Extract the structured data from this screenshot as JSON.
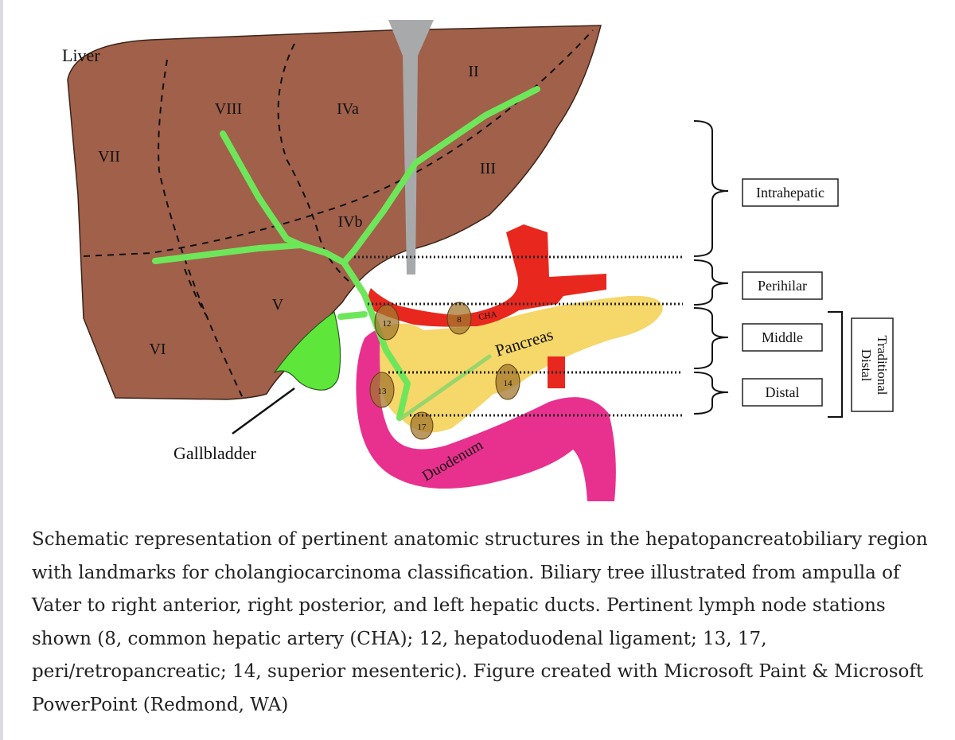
{
  "figure": {
    "labels": {
      "liver": "Liver",
      "gallbladder": "Gallbladder",
      "pancreas": "Pancreas",
      "duodenum": "Duodenum",
      "cha": "CHA"
    },
    "segments": [
      "II",
      "III",
      "IVa",
      "IVb",
      "V",
      "VI",
      "VII",
      "VIII"
    ],
    "lymph_nodes": [
      "8",
      "12",
      "13",
      "14",
      "17"
    ],
    "classification": {
      "intrahepatic": "Intrahepatic",
      "perihilar": "Perihilar",
      "middle": "Middle",
      "distal": "Distal",
      "traditional_line1": "Traditional",
      "traditional_line2": "Distal"
    },
    "colors": {
      "liver": "#a0604a",
      "bile_duct": "#6ee65a",
      "gallbladder": "#5ee63a",
      "artery": "#e8281e",
      "pancreas": "#f5d76a",
      "duodenum": "#e8318f",
      "ligament": "#a7a9ab",
      "node": "#a3772e"
    }
  },
  "caption": "Schematic representation of pertinent anatomic structures in the hepatopancreatobiliary region with landmarks for cholangiocarcinoma classification. Biliary tree illustrated from ampulla of Vater to right anterior, right posterior, and left hepatic ducts. Pertinent lymph node stations shown (8, common hepatic artery (CHA); 12, hepatoduodenal ligament; 13, 17, peri/retropancreatic; 14, superior mesenteric). Figure created with Microsoft Paint & Microsoft PowerPoint (Redmond, WA)"
}
